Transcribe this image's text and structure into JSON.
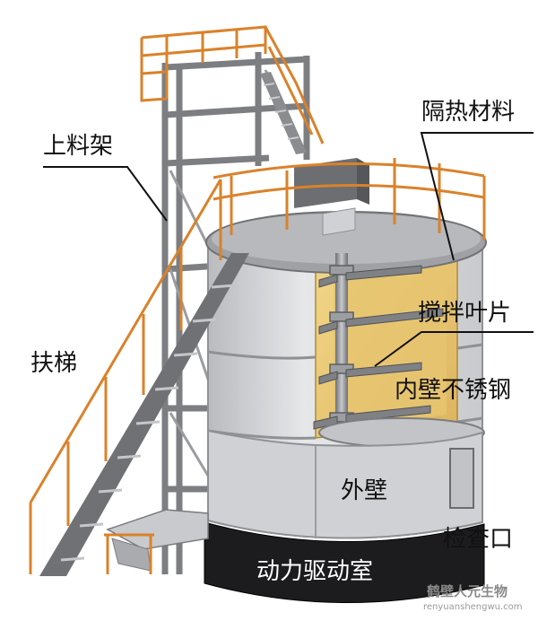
{
  "labels": {
    "loading_frame": "上料架",
    "insulation": "隔热材料",
    "ladder": "扶梯",
    "stirring_blades": "搅拌叶片",
    "inner_wall": "内壁不锈钢",
    "outer_wall": "外壁",
    "inspection_port": "检查口",
    "power_room": "动力驱动室"
  },
  "watermark": {
    "main": "鹤壁人元生物",
    "sub": "renyuanshengwu.com"
  },
  "colors": {
    "steel_frame": "#8d8f93",
    "railing": "#d9822b",
    "tank_body": "#d7d8da",
    "insulation": "#e9c774",
    "drive_room": "#1c1c1e"
  }
}
